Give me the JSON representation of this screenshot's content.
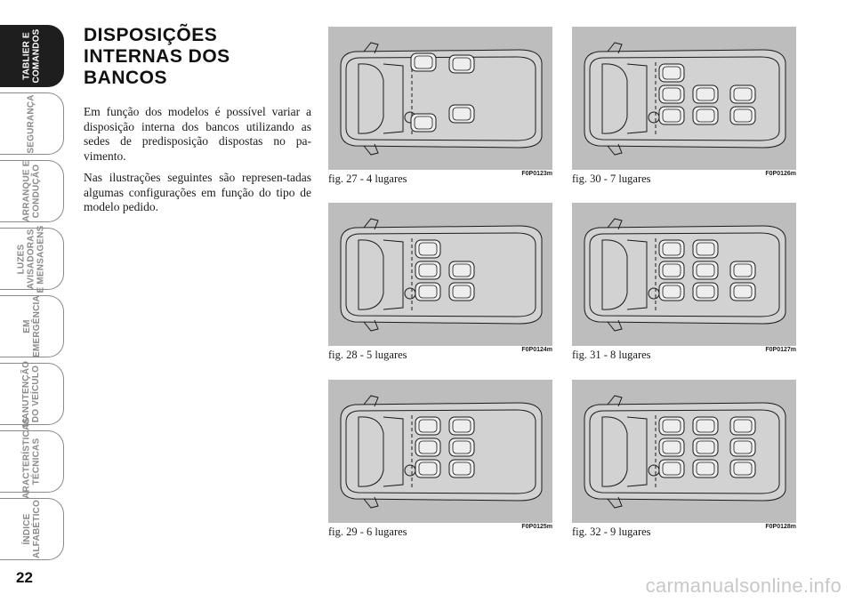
{
  "sidebar": {
    "tabs": [
      {
        "label": "TABLIER E\nCOMANDOS",
        "active": true
      },
      {
        "label": "SEGURANÇA",
        "active": false
      },
      {
        "label": "ARRANQUE E\nCONDUÇÃO",
        "active": false
      },
      {
        "label": "LUZES\nAVISADORAS\nE MENSAGENS",
        "active": false
      },
      {
        "label": "EM\nEMERGÊNCIA",
        "active": false
      },
      {
        "label": "MANUTENÇÃO\nDO VEÍCULO",
        "active": false
      },
      {
        "label": "CARACTERÍSTICAS\nTÉCNICAS",
        "active": false
      },
      {
        "label": "ÍNDICE\nALFABÉTICO",
        "active": false
      }
    ]
  },
  "page_number": "22",
  "section": {
    "title": "DISPOSIÇÕES INTERNAS DOS BANCOS",
    "paragraphs": [
      "Em função dos modelos é possível variar a disposição interna dos bancos utilizando as sedes de predisposição dispostas no pa-vimento.",
      "Nas ilustrações seguintes são represen-tadas algumas configurações em função do tipo de modelo pedido."
    ]
  },
  "figures": [
    {
      "caption": "fig. 27 - 4 lugares",
      "code": "F0P0123m",
      "seats": 4
    },
    {
      "caption": "fig. 30 - 7 lugares",
      "code": "F0P0126m",
      "seats": 7
    },
    {
      "caption": "fig. 28 - 5 lugares",
      "code": "F0P0124m",
      "seats": 5
    },
    {
      "caption": "fig. 31 - 8 lugares",
      "code": "F0P0127m",
      "seats": 8
    },
    {
      "caption": "fig. 29 - 6 lugares",
      "code": "F0P0125m",
      "seats": 6
    },
    {
      "caption": "fig. 32 - 9 lugares",
      "code": "F0P0128m",
      "seats": 9
    }
  ],
  "watermark": "carmanualsonline.info",
  "colors": {
    "figure_bg": "#bdbdbd",
    "active_tab": "#1e1e1e",
    "tab_border": "#8a8a8a"
  }
}
